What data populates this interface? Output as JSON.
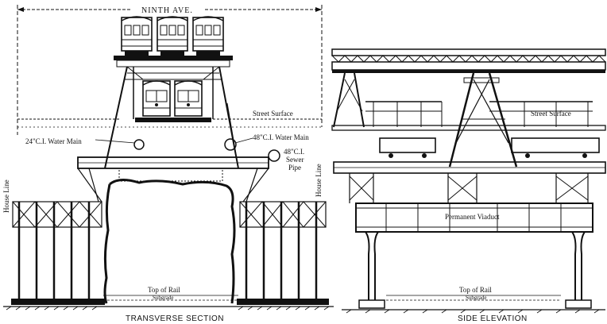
{
  "labels": {
    "ninth_ave": "NINTH AVE.",
    "street_surface_left": "Street Surface",
    "street_surface_right": "Street Surface",
    "water_main_24": "24\"C.I. Water Main",
    "water_main_48": "48\"C.I. Water Main",
    "sewer_48": "48\"C.I.",
    "sewer_word": "Sewer",
    "pipe_word": "Pipe",
    "house_line_left": "House Line",
    "house_line_right": "House Line",
    "top_of_rail_left": "Top of Rail",
    "subgrade_left": "Subgrade",
    "top_of_rail_right": "Top of Rail",
    "subgrade_right": "Subgrade",
    "permanent_viaduct": "Permanent Viaduct"
  },
  "captions": {
    "transverse": "TRANSVERSE SECTION",
    "side": "SIDE ELEVATION"
  },
  "colors": {
    "ink": "#111111",
    "paper": "#ffffff"
  }
}
